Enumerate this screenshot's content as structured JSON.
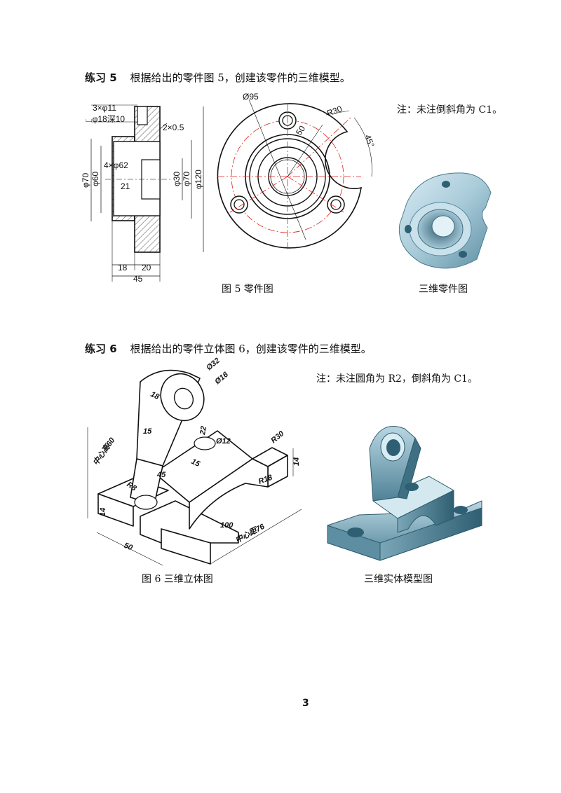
{
  "exercise5": {
    "label": "练习 5",
    "instruction": "根据给出的零件图 5，创建该零件的三维模型。",
    "note": "注：未注倒斜角为 C1。",
    "caption_left": "图 5  零件图",
    "caption_right": "三维零件图",
    "dims": {
      "holes": "3×φ11",
      "counterbore": "⌴φ18深10",
      "chamfer": "2×0.5",
      "holes4": "4×φ62",
      "d70": "φ70",
      "d60": "φ60",
      "d21": "21",
      "d30": "φ30",
      "d70b": "φ70",
      "d120": "φ120",
      "w18": "18",
      "w20": "20",
      "w45": "45",
      "d95": "Ø95",
      "r30": "R30",
      "r50": "50",
      "a45": "45°"
    }
  },
  "exercise6": {
    "label": "练习 6",
    "instruction": "根据给出的零件立体图 6，创建该零件的三维模型。",
    "note": "注：未注圆角为  R2，倒斜角为 C1。",
    "caption_left": "图 6  三维立体图",
    "caption_right": "三维实体模型图",
    "dims": {
      "d32": "Ø32",
      "d16": "Ø16",
      "t18": "18",
      "t15": "15",
      "h60": "中心高60",
      "d22": "22",
      "d12": "Ø12",
      "r30": "R30",
      "t15b": "15",
      "t14": "14",
      "t45": "45",
      "r18": "R18",
      "r8": "R8",
      "t14b": "14",
      "t100": "100",
      "c76": "中心距76",
      "t50": "50"
    }
  },
  "page_number": "3",
  "colors": {
    "red_center": "#e0201a",
    "model_blue": "#8fb7c9",
    "model_dark": "#3f6f82"
  }
}
